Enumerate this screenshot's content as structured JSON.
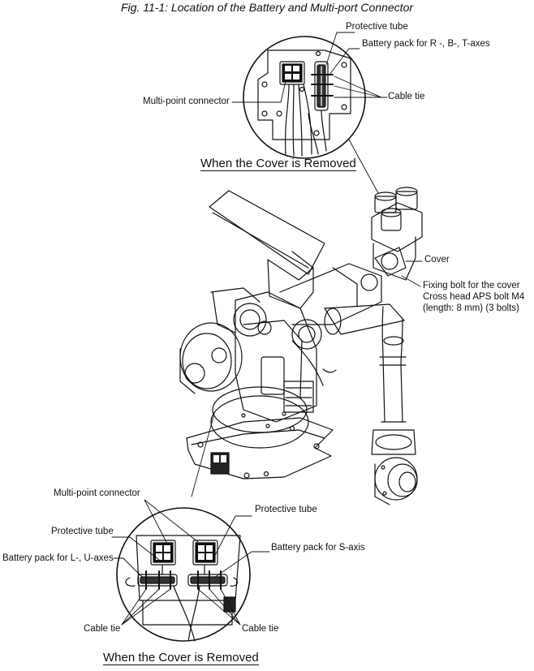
{
  "figure": {
    "caption": "Fig. 11-1: Location of the Battery and Multi-port Connector"
  },
  "top_detail": {
    "subtitle": "When the Cover is Removed",
    "labels": {
      "protective_tube": "Protective tube",
      "battery_pack": "Battery pack for R -, B-, T-axes",
      "cable_tie": "Cable tie",
      "multi_point_connector": "Multi-point connector"
    }
  },
  "robot": {
    "labels": {
      "cover": "Cover",
      "fixing_bolt": "Fixing bolt for the cover",
      "bolt_spec": "Cross head APS bolt M4",
      "bolt_length": "(length: 8 mm) (3 bolts)"
    }
  },
  "bottom_detail": {
    "subtitle": "When the Cover is Removed",
    "labels": {
      "multi_point_connector": "Multi-point connector",
      "protective_tube_right": "Protective tube",
      "protective_tube_left": "Protective tube",
      "battery_pack_s": "Battery pack for S-axis",
      "battery_pack_lu": "Battery pack for L-, U-axes",
      "cable_tie_left": "Cable tie",
      "cable_tie_right": "Cable tie"
    }
  }
}
